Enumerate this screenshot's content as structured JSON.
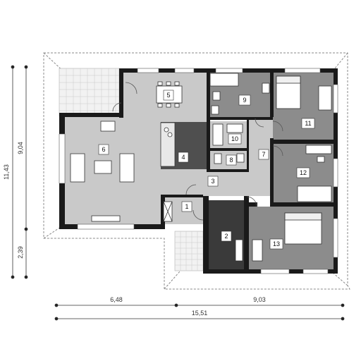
{
  "dimensions": {
    "left_total": "11,43",
    "left_main": "9,04",
    "left_lower": "2,39",
    "bottom_left": "6,48",
    "bottom_right": "9,03",
    "bottom_total": "15,51"
  },
  "rooms": [
    {
      "number": "1",
      "tone": "light"
    },
    {
      "number": "2",
      "tone": "dark"
    },
    {
      "number": "3",
      "tone": "light"
    },
    {
      "number": "4",
      "tone": "dark"
    },
    {
      "number": "5",
      "tone": "light"
    },
    {
      "number": "6",
      "tone": "light"
    },
    {
      "number": "7",
      "tone": "light"
    },
    {
      "number": "8",
      "tone": "light"
    },
    {
      "number": "9",
      "tone": "mid"
    },
    {
      "number": "10",
      "tone": "light"
    },
    {
      "number": "11",
      "tone": "mid"
    },
    {
      "number": "12",
      "tone": "mid"
    },
    {
      "number": "13",
      "tone": "mid"
    }
  ],
  "colors": {
    "wall": "#1a1a1a",
    "room_light": "#c9c9c9",
    "room_mid": "#8c8c8c",
    "room_dark": "#4a4a4a",
    "garage": "#3a3a3a",
    "terrace": "#eeeeee",
    "roof_outline": "#888888"
  }
}
